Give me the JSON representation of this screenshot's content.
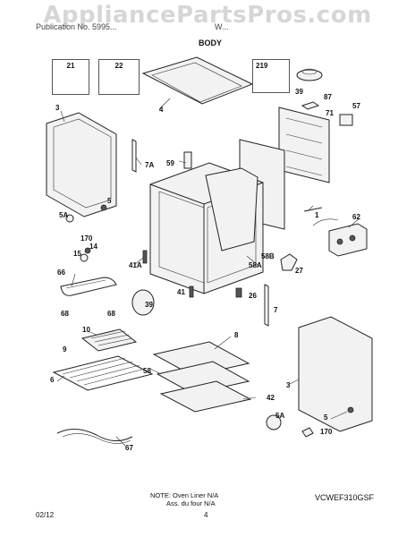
{
  "watermark": "AppliancePartsPros.com",
  "header": {
    "publication": "Publication No. 5995...",
    "model_prefix": "W...",
    "section": "BODY"
  },
  "callouts": [
    "21",
    "22",
    "219"
  ],
  "parts": [
    "3",
    "4",
    "39",
    "87",
    "71",
    "57",
    "59",
    "7A",
    "5",
    "5A",
    "170",
    "14",
    "15",
    "1",
    "62",
    "66",
    "41A",
    "58A",
    "58B",
    "27",
    "41",
    "39",
    "26",
    "7",
    "68",
    "68",
    "10",
    "8",
    "9",
    "58",
    "6",
    "42",
    "3",
    "5A",
    "5",
    "170",
    "67"
  ],
  "note": {
    "line1": "NOTE: Oven Liner N/A",
    "line2": "Ass. du four N/A"
  },
  "model_code": "VCWEF310GSF",
  "footer": {
    "date": "02/12",
    "page": "4"
  }
}
